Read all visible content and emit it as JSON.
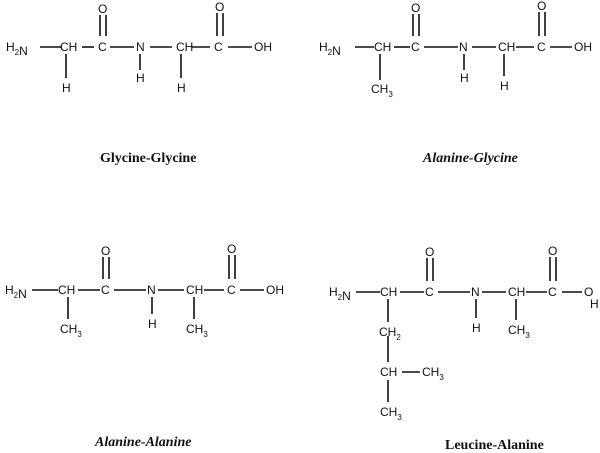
{
  "molecules": [
    {
      "name": "Glycine-Glycine",
      "italic": false,
      "atoms": {
        "amine": "H2N",
        "ca1": "CH",
        "o1": "O",
        "n": "N",
        "nh": "H",
        "ca2": "CH",
        "c2": "C",
        "o2": "O",
        "oh": "OH",
        "r1": "H",
        "r2": "H"
      }
    },
    {
      "name": "Alanine-Glycine",
      "italic": true,
      "atoms": {
        "amine": "H2N",
        "ca1": "CH",
        "o1": "O",
        "n": "N",
        "nh": "H",
        "ca2": "CH",
        "c2": "C",
        "o2": "O",
        "oh": "OH",
        "r1": "CH3",
        "r2": "H"
      }
    },
    {
      "name": "Alanine-Alanine",
      "italic": true,
      "atoms": {
        "amine": "H2N",
        "ca1": "CH",
        "o1": "O",
        "n": "N",
        "nh": "H",
        "ca2": "CH",
        "c2": "C",
        "o2": "O",
        "oh": "OH",
        "r1": "CH3",
        "r2": "CH3"
      }
    },
    {
      "name": "Leucine-Alanine",
      "italic": false,
      "atoms": {
        "amine": "H2N",
        "ca1": "CH",
        "o1": "O",
        "n": "N",
        "nh": "H",
        "ca2": "CH",
        "c2": "C",
        "o2": "O",
        "oh": "OH",
        "r1a": "CH2",
        "r1b": "CH",
        "r1c": "CH3",
        "r1d": "CH3",
        "r2": "CH3"
      }
    }
  ]
}
